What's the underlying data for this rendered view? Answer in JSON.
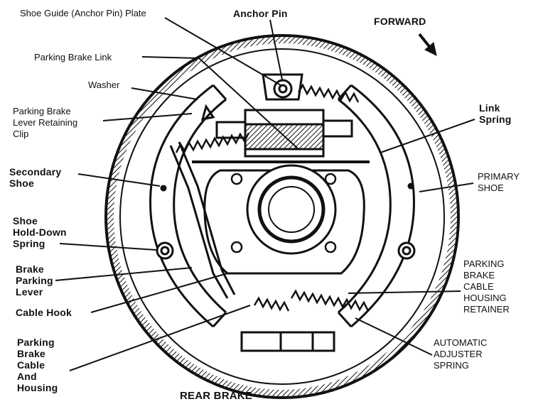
{
  "diagram": {
    "caption": "REAR BRAKE",
    "direction_label": "FORWARD",
    "labels": {
      "shoe_guide": "Shoe Guide (Anchor Pin) Plate",
      "anchor_pin": "Anchor Pin",
      "parking_brake_link": "Parking Brake Link",
      "washer": "Washer",
      "lever_retaining_clip": [
        "Parking Brake",
        "Lever Retaining",
        "Clip"
      ],
      "secondary_shoe": [
        "Secondary",
        "Shoe"
      ],
      "hold_down_spring": [
        "Shoe",
        "Hold-Down",
        "Spring"
      ],
      "brake_parking_lever": [
        "Brake",
        "Parking",
        "Lever"
      ],
      "cable_hook": "Cable Hook",
      "cable_and_housing": [
        "Parking",
        "Brake",
        "Cable",
        "And",
        "Housing"
      ],
      "link_spring": [
        "Link",
        "Spring"
      ],
      "primary_shoe": [
        "PRIMARY",
        "SHOE"
      ],
      "cable_housing_retainer": [
        "PARKING",
        "BRAKE",
        "CABLE",
        "HOUSING",
        "RETAINER"
      ],
      "adjuster_spring": [
        "AUTOMATIC",
        "ADJUSTER",
        "SPRING"
      ]
    }
  }
}
